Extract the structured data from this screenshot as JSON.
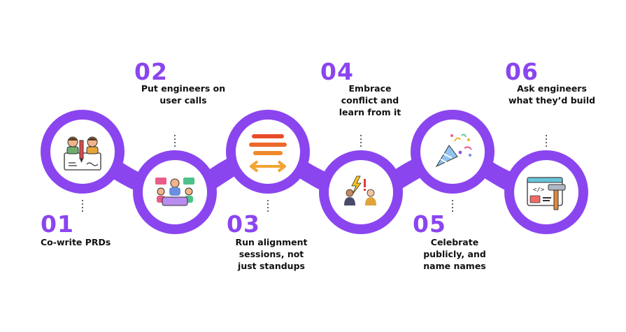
{
  "accent_color": "#8b45ef",
  "steps": [
    {
      "number": "01",
      "text": "Co-write PRDs",
      "icon": "collaboration-writing-icon"
    },
    {
      "number": "02",
      "text": "Put engineers on user calls",
      "icon": "team-meeting-icon"
    },
    {
      "number": "03",
      "text": "Run alignment sessions, not just standups",
      "icon": "alignment-lines-icon"
    },
    {
      "number": "04",
      "text": "Embrace conflict and learn from it",
      "icon": "conflict-people-icon"
    },
    {
      "number": "05",
      "text": "Celebrate publicly, and name names",
      "icon": "party-popper-icon"
    },
    {
      "number": "06",
      "text": "Ask engineers what they’d build",
      "icon": "build-tools-icon"
    }
  ]
}
